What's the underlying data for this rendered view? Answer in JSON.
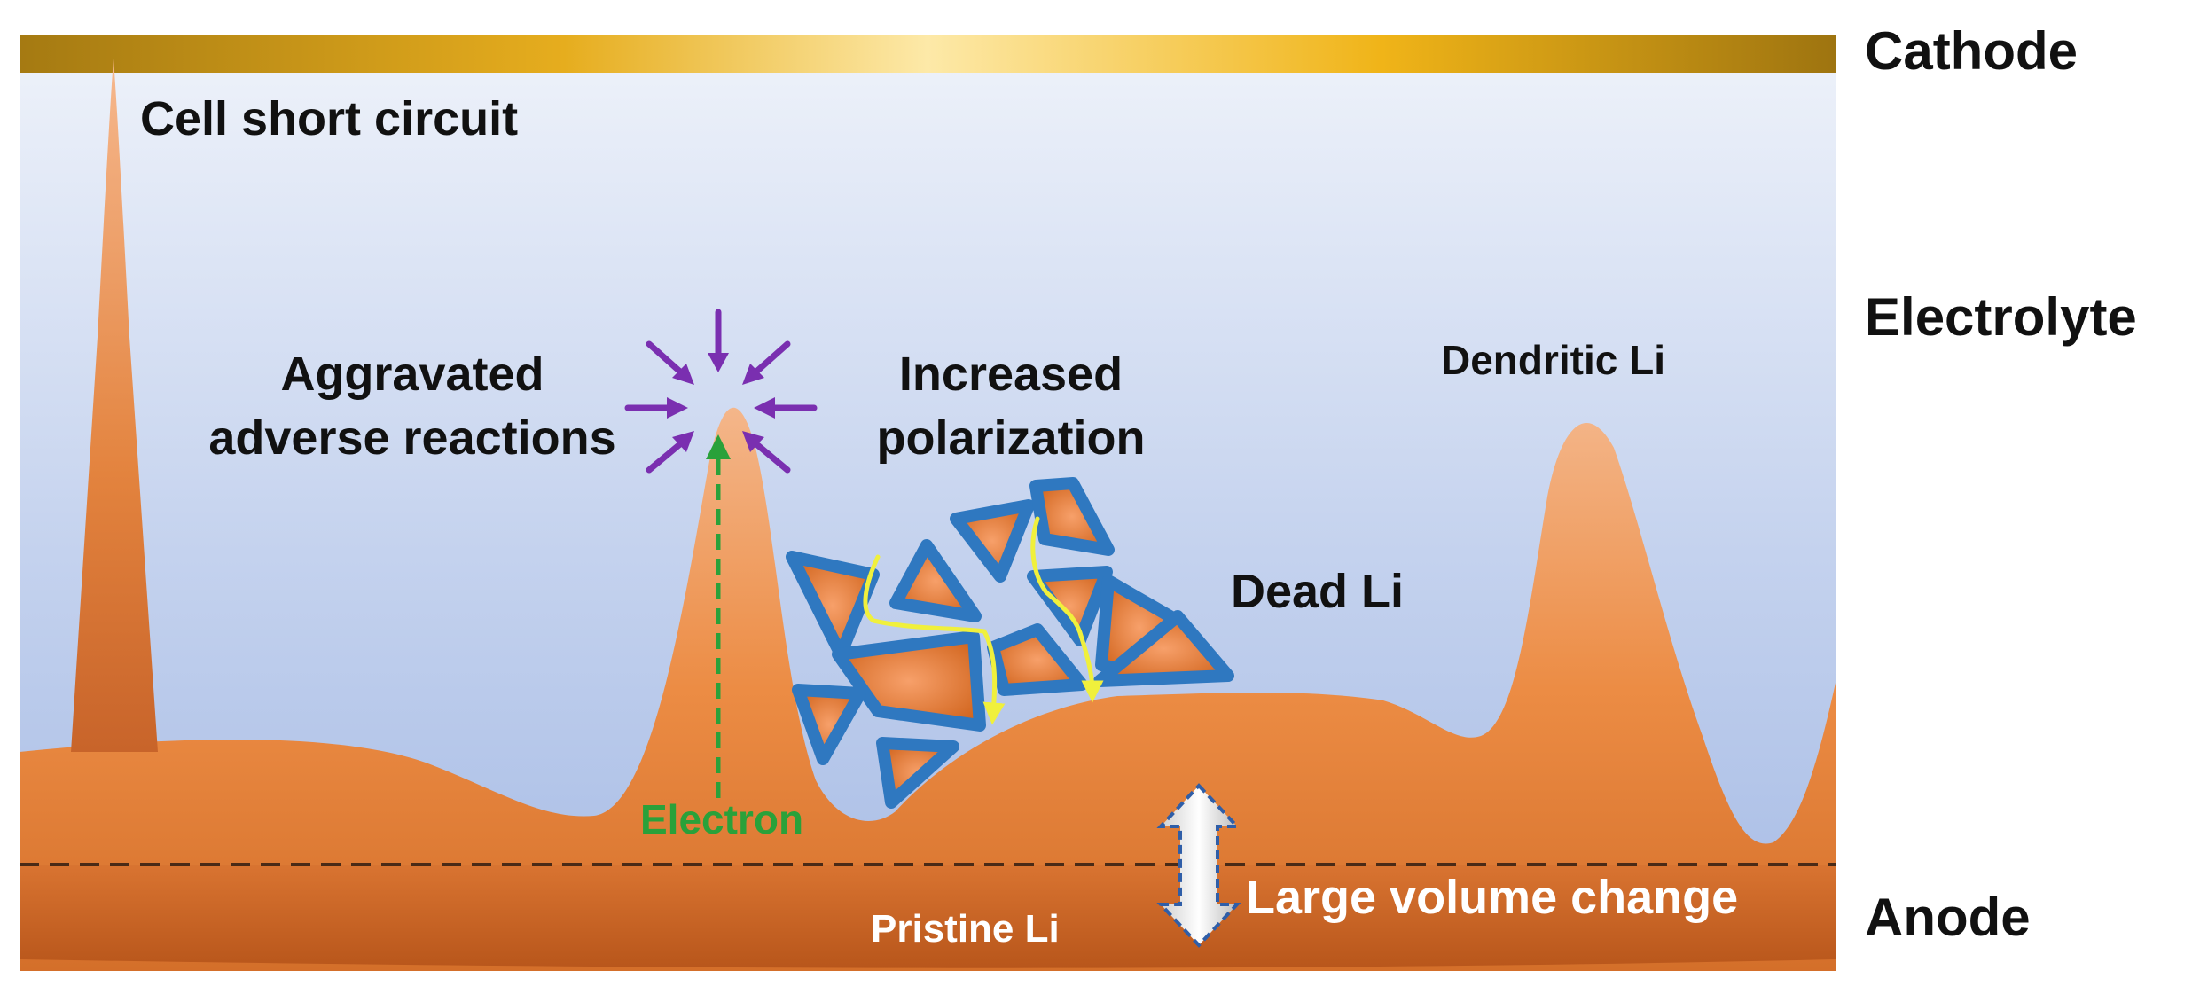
{
  "labels": {
    "cathode": "Cathode",
    "electrolyte": "Electrolyte",
    "anode": "Anode",
    "cell_short_circuit": "Cell short circuit",
    "aggravated_line1": "Aggravated",
    "aggravated_line2": "adverse reactions",
    "increased_line1": "Increased",
    "increased_line2": "polarization",
    "dendritic_li": "Dendritic Li",
    "dead_li": "Dead Li",
    "electron": "Electron",
    "large_volume_change": "Large volume change",
    "pristine_li": "Pristine Li"
  },
  "colors": {
    "cathode_gold": "#e0a614",
    "electrolyte_top": "#eef2fa",
    "electrolyte_bottom": "#a9bde6",
    "lithium_orange": "#e9823a",
    "lithium_dark": "#c25a1e",
    "sei_blue": "#2f78c0",
    "reaction_arrows": "#7a2fb0",
    "electron_arrow": "#2aa13a",
    "current_paths": "#f0f03c"
  }
}
